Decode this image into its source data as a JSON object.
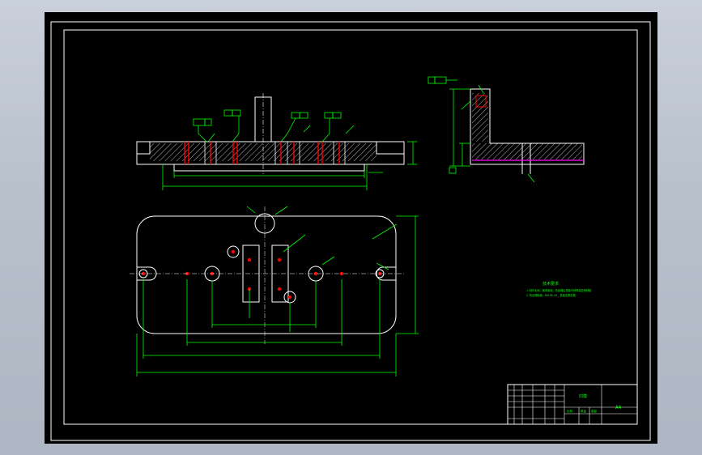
{
  "drawing": {
    "tech_requirements_title": "技术要求",
    "tech_requirements_lines": [
      "1.制件毛刺，棱角倒钝，热处理后表面不得有裂纹等缺陷",
      "2.热处理硬度：HRC58-62，表面发黑处理"
    ],
    "title_block": {
      "part_name": "凹模",
      "drawing_number": "A4",
      "scale_label": "比例",
      "qty_label": "数量",
      "weight_label": "重量"
    }
  },
  "colors": {
    "background": "#000000",
    "frame": "#ffffff",
    "geometry": "#ffffff",
    "dimension": "#00ff00",
    "cut_hatch": "#ff0000",
    "center_dot": "#ff0000",
    "magenta_line": "#ff00ff",
    "annotation": "#00ff00"
  }
}
